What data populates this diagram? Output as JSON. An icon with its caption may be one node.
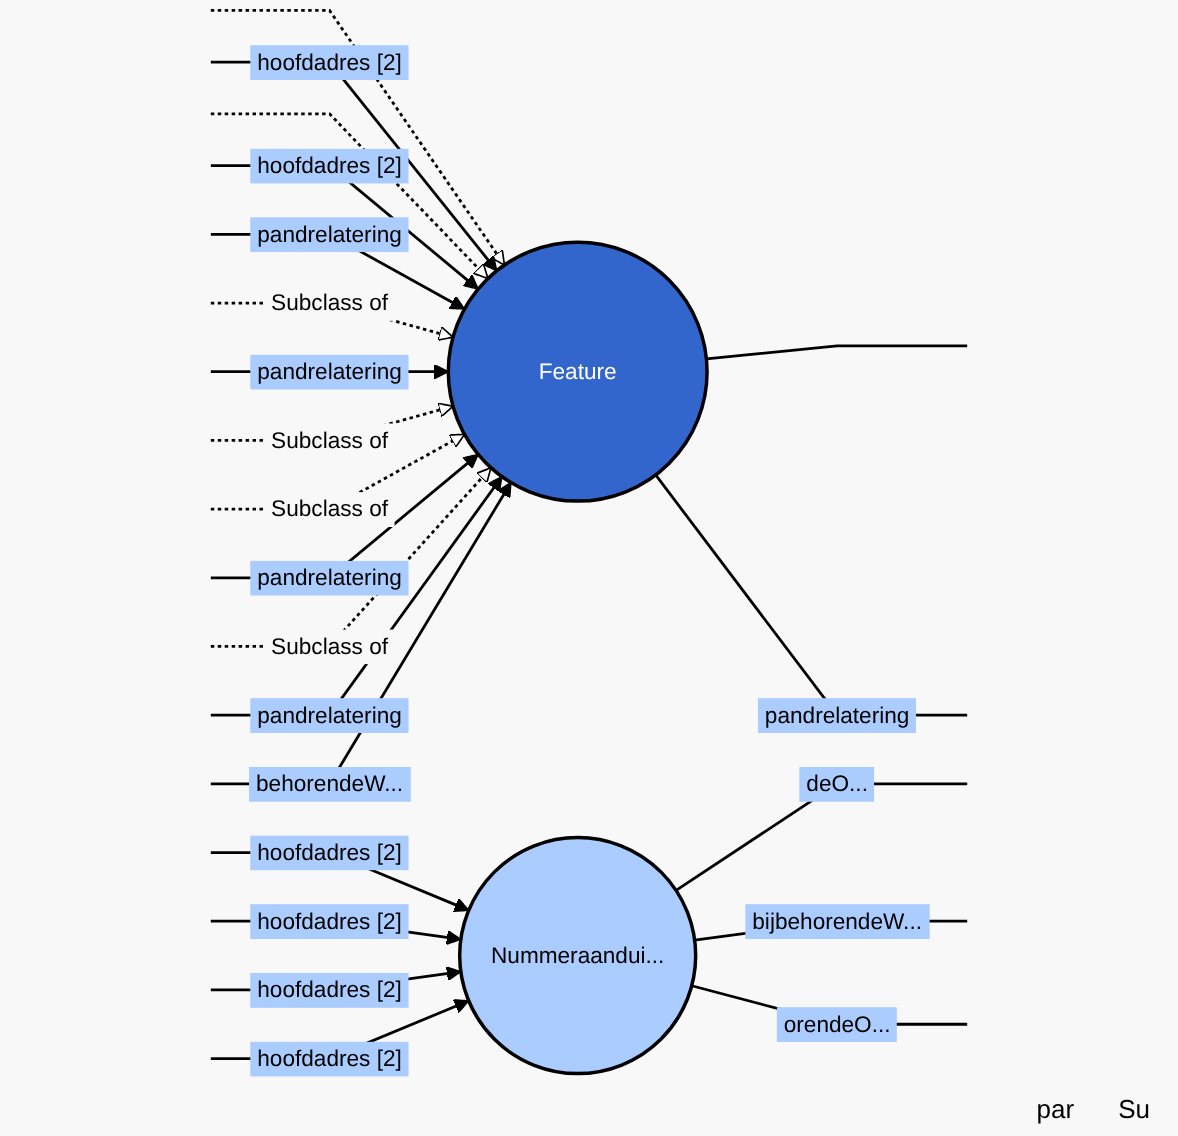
{
  "diagram": {
    "nodes": [
      {
        "text": [
          "Feature"
        ]
      },
      {
        "text": [
          "Nummeraandui..."
        ]
      }
    ],
    "edges": [
      {
        "from": null,
        "to": 0,
        "arrow": "to",
        "style": "dashed"
      },
      {
        "from": null,
        "to": 0,
        "arrow": "to",
        "label": "hoofdadres [2]"
      },
      {
        "from": 0,
        "to": null,
        "arrow": "none"
      },
      {
        "from": null,
        "to": 0,
        "arrow": "to",
        "style": "dashed"
      },
      {
        "from": null,
        "to": 0,
        "arrow": "to",
        "label": "hoofdadres [2]"
      },
      {
        "from": null,
        "to": 0,
        "arrow": "to",
        "label": "pandrelatering"
      },
      {
        "from": 0,
        "to": null,
        "arrow": "none",
        "label": "pandrelatering"
      },
      {
        "from": null,
        "to": 0,
        "arrow": "to",
        "style": "dashed",
        "label": "Subclass of"
      },
      {
        "from": null,
        "to": 0,
        "arrow": "to",
        "label": "pandrelatering"
      },
      {
        "from": null,
        "to": 0,
        "arrow": "to",
        "style": "dashed",
        "label": "Subclass of"
      },
      {
        "from": null,
        "to": 0,
        "arrow": "to",
        "style": "dashed",
        "label": "Subclass of"
      },
      {
        "from": null,
        "to": 0,
        "arrow": "to",
        "label": "pandrelatering"
      },
      {
        "from": null,
        "to": 0,
        "arrow": "to",
        "style": "dashed",
        "label": "Subclass of"
      },
      {
        "from": null,
        "to": 0,
        "arrow": "to",
        "label": "pandrelatering"
      },
      {
        "from": null,
        "to": 0,
        "arrow": "to",
        "label": "behorendeW..."
      },
      {
        "from": null,
        "to": 1,
        "arrow": "to",
        "label": "hoofdadres [2]"
      },
      {
        "from": 1,
        "to": null,
        "arrow": "none",
        "label": "deO..."
      },
      {
        "from": 1,
        "to": null,
        "arrow": "none",
        "label": "bijbehorendeW..."
      },
      {
        "from": 1,
        "to": null,
        "arrow": "none",
        "label": "orendeO..."
      },
      {
        "from": null,
        "to": 1,
        "arrow": "to",
        "label": "hoofdadres [2]"
      },
      {
        "from": null,
        "to": 1,
        "arrow": "to",
        "label": "hoofdadres [2]"
      },
      {
        "from": null,
        "to": 1,
        "arrow": "to",
        "label": "hoofdadres [2]"
      }
    ],
    "labels": [
      "par",
      "Su"
    ]
  }
}
